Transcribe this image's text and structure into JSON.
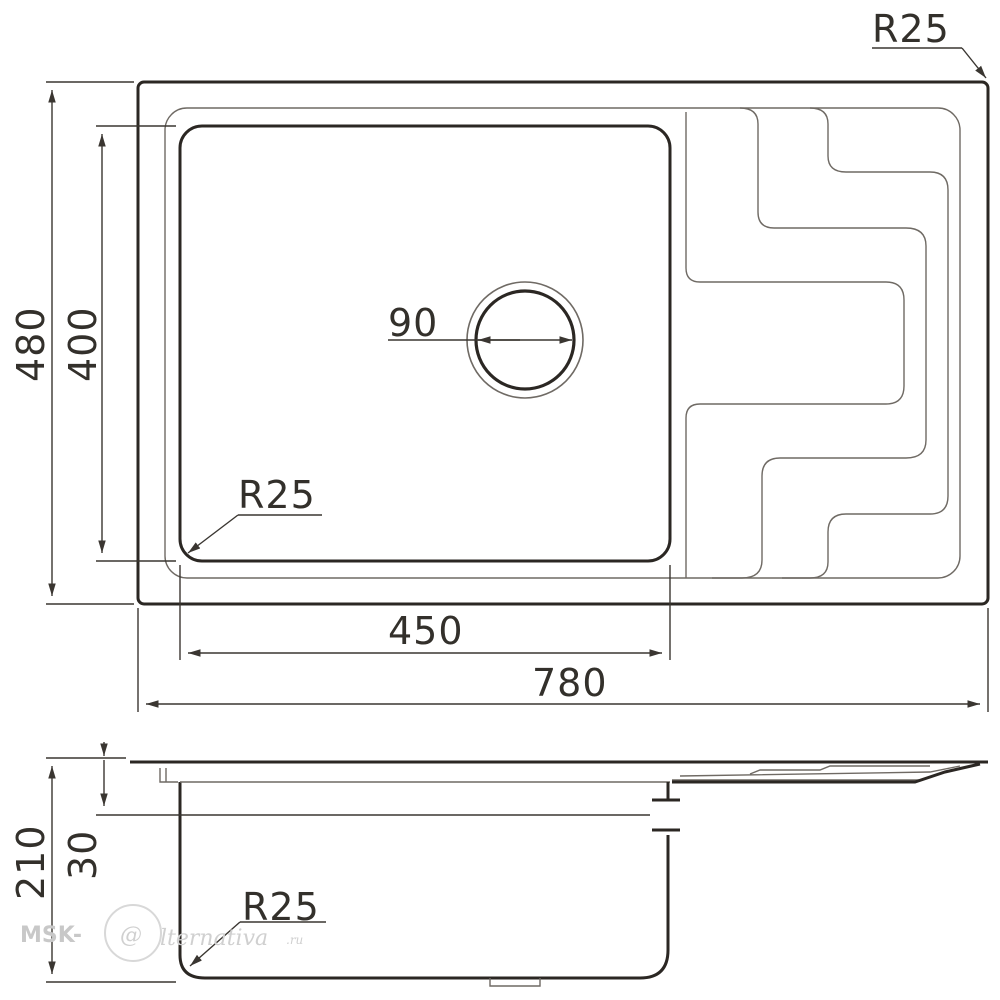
{
  "dimensions": {
    "corner_radius_top": "R25",
    "overall_height": "480",
    "bowl_height": "400",
    "drain_diameter": "90",
    "bowl_corner_radius": "R25",
    "bowl_width": "450",
    "overall_width": "780",
    "total_depth": "210",
    "rim_depth": "30",
    "bottom_radius": "R25"
  },
  "watermark": {
    "prefix": "MSK-",
    "symbol": "@",
    "script": "lternativa",
    "suffix": ".ru"
  },
  "colors": {
    "line": "#2b2723",
    "dim": "#3a3631",
    "watermark": "#c8c8c8"
  }
}
